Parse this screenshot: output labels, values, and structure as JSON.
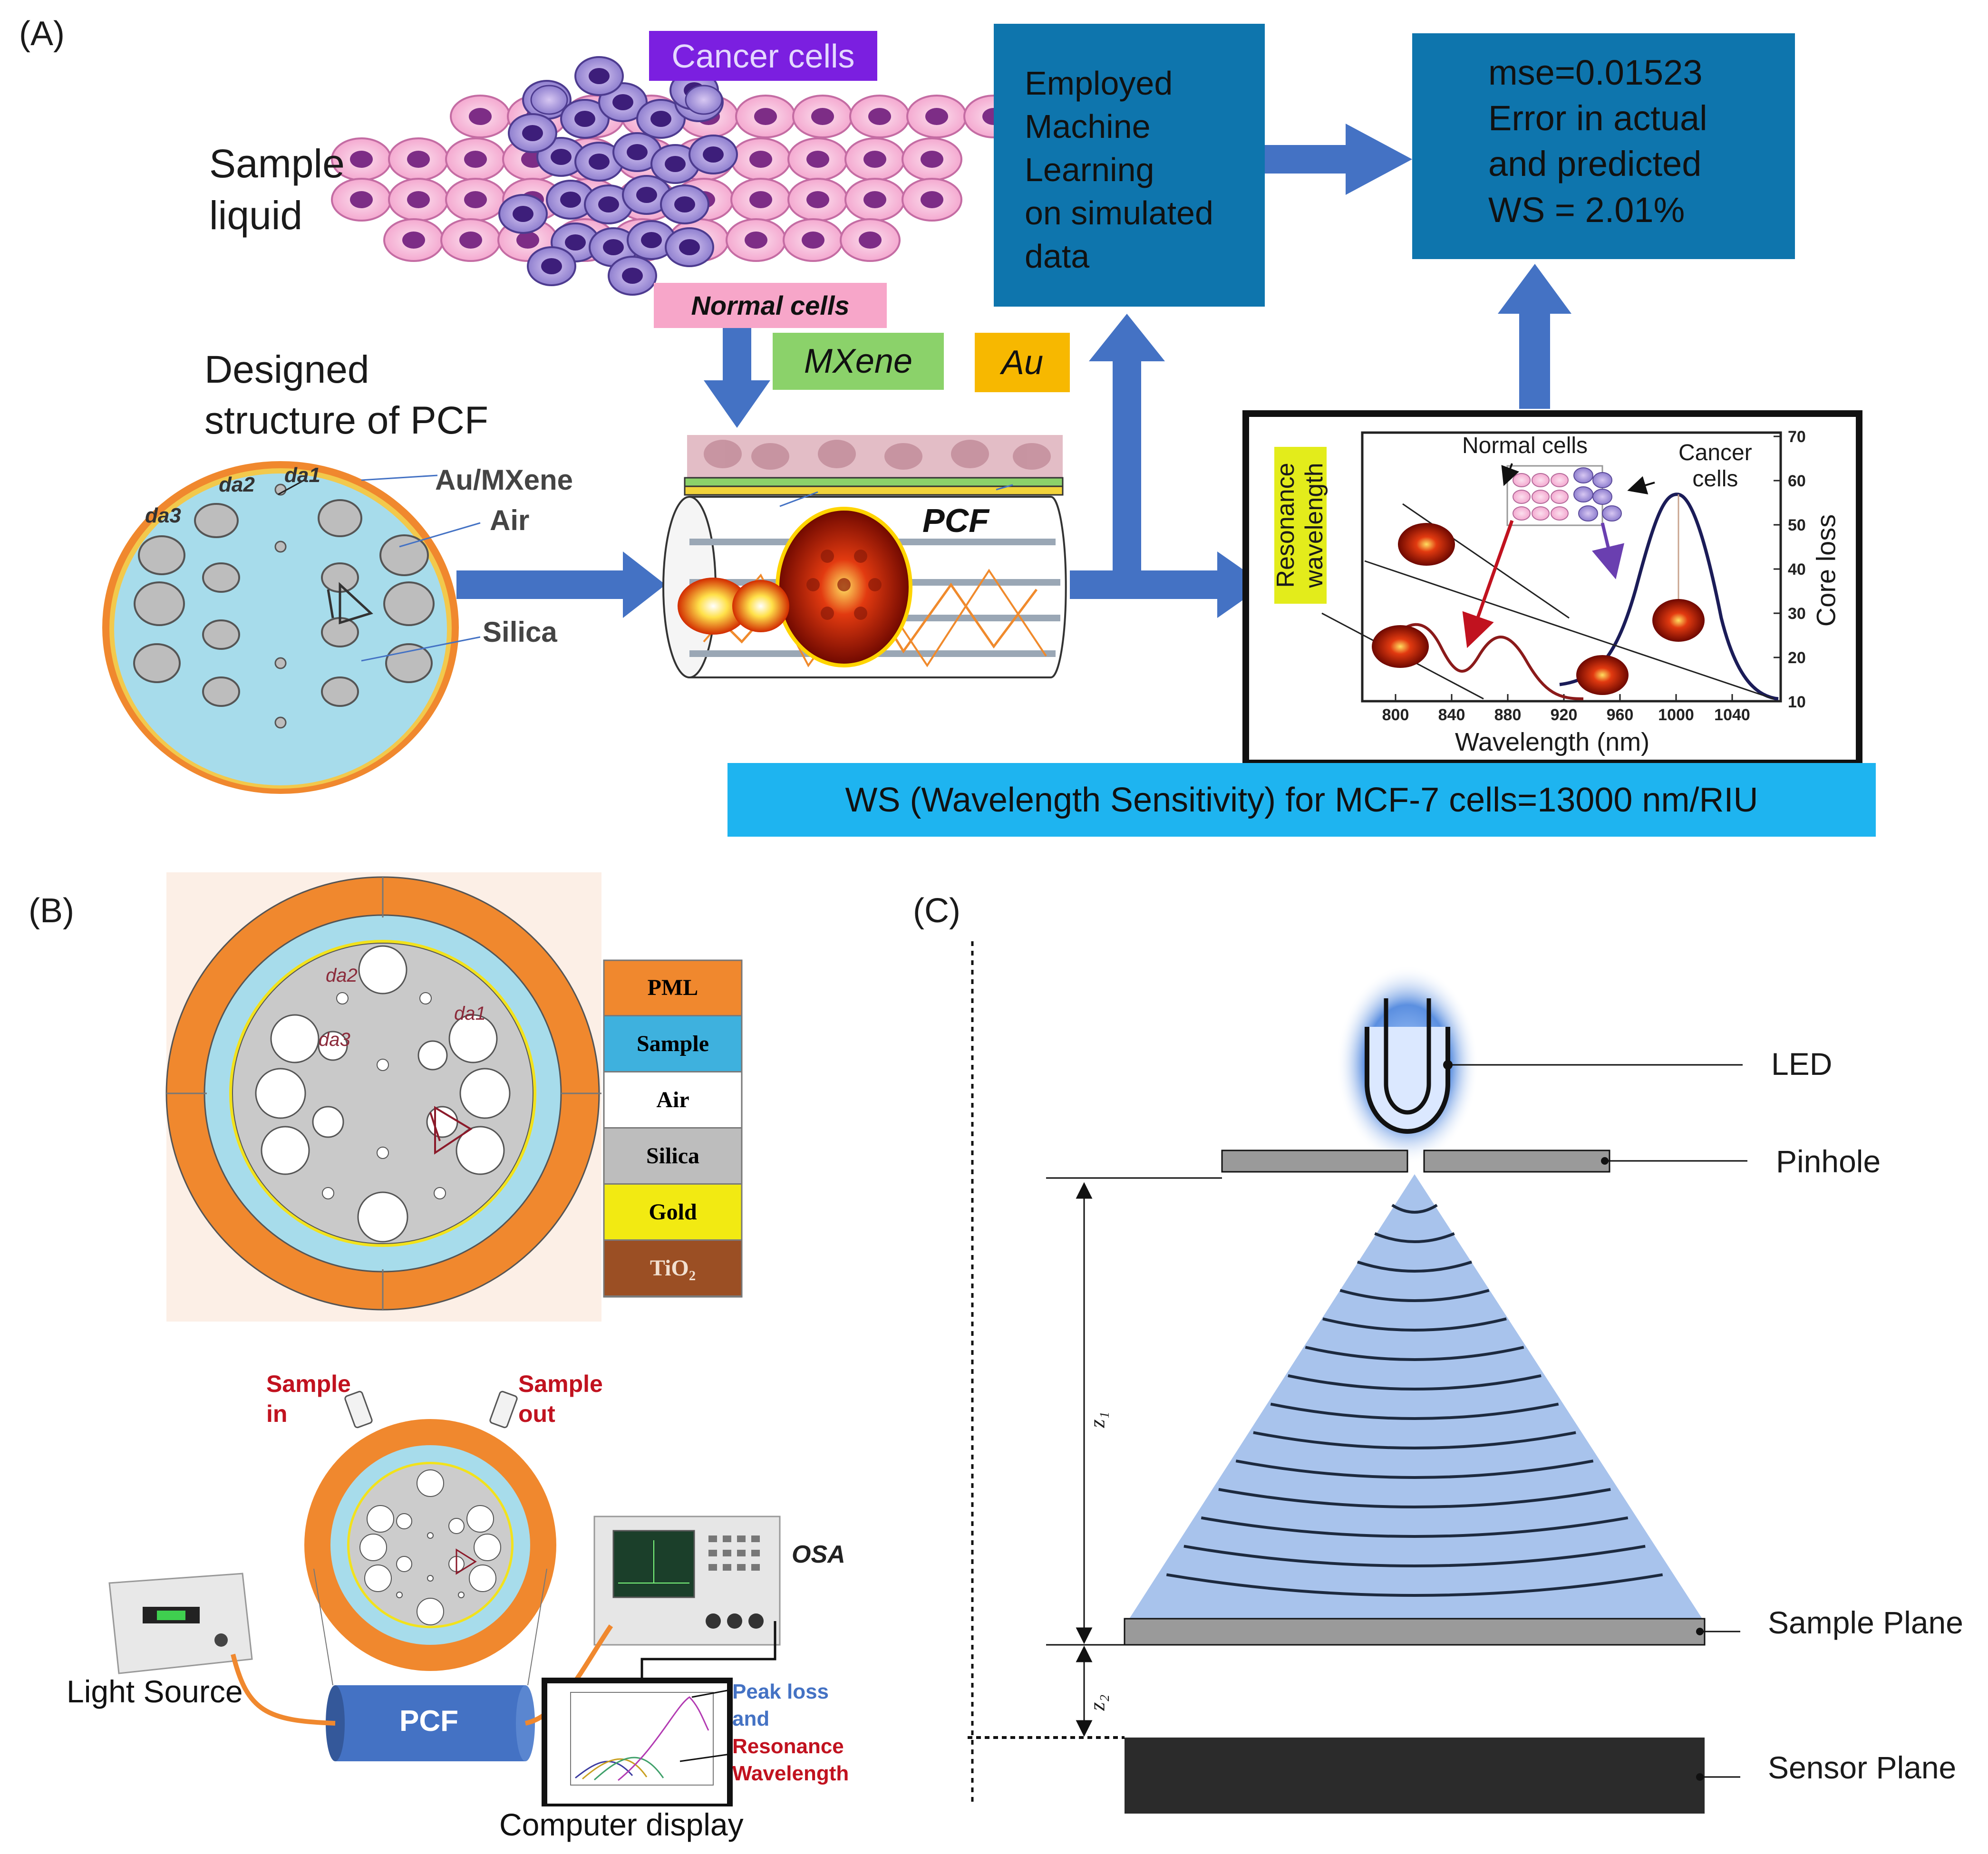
{
  "panelA": {
    "label": "(A)",
    "sample_liquid": "Sample\nliquid",
    "cancer_cells": "Cancer cells",
    "normal_cells": "Normal cells",
    "designed_structure": "Designed\nstructure of PCF",
    "mxene": "MXene",
    "au": "Au",
    "pcf": "PCF",
    "ml_box": "Employed\nMachine\nLearning\non simulated\ndata",
    "result_box": "mse=0.01523\nError in actual\nand predicted\nWS = 2.01%",
    "au_mxene": "Au/MXene",
    "air": "Air",
    "silica": "Silica",
    "hole_labels": [
      "da1",
      "da2",
      "da3"
    ],
    "ws_banner": "WS (Wavelength Sensitivity) for MCF-7 cells=13000 nm/RIU",
    "graph": {
      "left_axis": "Resonance\nwavelength",
      "right_axis": "Core loss",
      "x_title": "Wavelength (nm)",
      "x_ticks": [
        "800",
        "840",
        "880",
        "920",
        "960",
        "1000",
        "1040"
      ],
      "y_ticks": [
        "70",
        "60",
        "50",
        "40",
        "30",
        "20",
        "10"
      ],
      "normal_cells": "Normal cells",
      "cancer_cells": "Cancer\ncells"
    }
  },
  "panelB": {
    "label": "(B)",
    "legend": [
      "PML",
      "Sample",
      "Air",
      "Silica",
      "Gold",
      "TiO₂"
    ],
    "hole_labels": [
      "da2",
      "da1",
      "da3"
    ],
    "sample_in": "Sample\nin",
    "sample_out": "Sample\nout",
    "osa": "OSA",
    "pcf": "PCF",
    "light_source": "Light Source",
    "peak_loss": "Peak loss\nand",
    "resonance": "Resonance\nWavelength",
    "computer_display": "Computer display"
  },
  "panelC": {
    "label": "(C)",
    "led": "LED",
    "pinhole": "Pinhole",
    "sample_plane": "Sample Plane",
    "sensor_plane": "Sensor Plane",
    "z1": "z₁",
    "z2": "z₂"
  },
  "colors": {
    "blue_arrow": "#4472C4",
    "dark_box": "#0E75AD",
    "banner": "#1EB4F0",
    "fiber_core": "#A7DCEB",
    "orange": "#F0882E",
    "cancer_label_bg": "#7B1FE0",
    "normal_label_bg": "#F7A6C9",
    "mxene_bg": "#8BD26A",
    "au_bg": "#F7B800",
    "cone": "#A8C3EC"
  }
}
